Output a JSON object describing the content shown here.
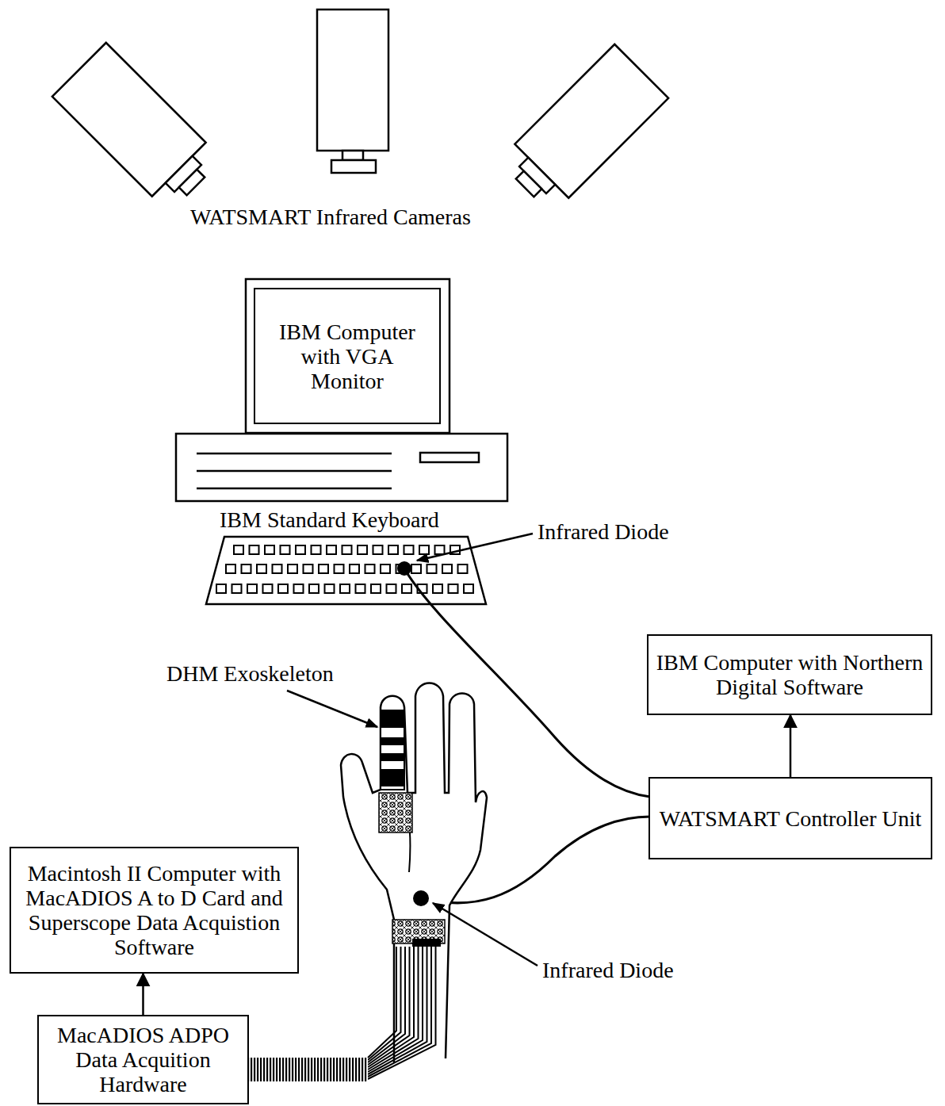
{
  "diagram": {
    "nodes": [
      {
        "text": [
          "IBM Computer with VGA Monitor"
        ]
      },
      {
        "text": [
          "IBM Computer with Northern Digital Software"
        ]
      },
      {
        "text": [
          "WATSMART Controller Unit"
        ]
      },
      {
        "text": [
          "Macintosh II Computer with MacADIOS A to D Card and Superscope Data Acquistion Software"
        ]
      },
      {
        "text": [
          "MacADIOS ADPO Data Acquition Hardware"
        ]
      }
    ],
    "edges": [
      {
        "from": 2,
        "to": 1,
        "arrow": "to"
      },
      {
        "from": 4,
        "to": 3,
        "arrow": "to"
      }
    ],
    "labels": [
      "WATSMART Infrared Cameras",
      "IBM Standard Keyboard",
      "Infrared Diode",
      "DHM Exoskeleton",
      "Infrared Diode"
    ]
  }
}
